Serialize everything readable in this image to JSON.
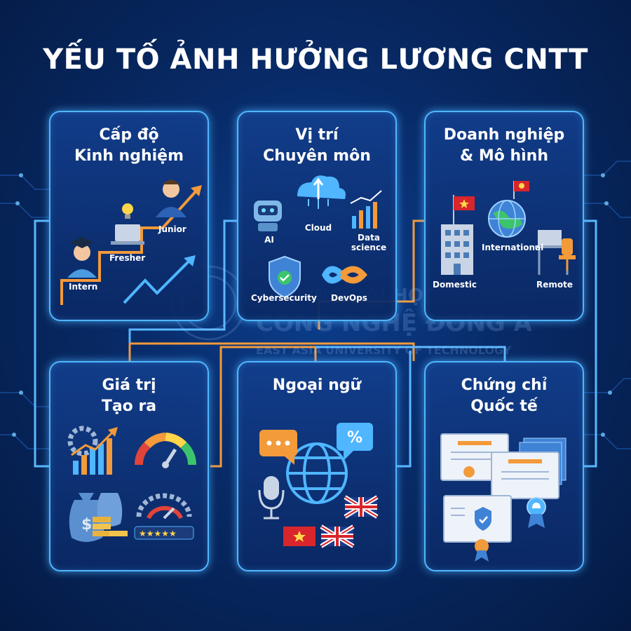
{
  "title": "YẾU TỐ ẢNH HƯỞNG LƯƠNG CNTT",
  "watermark": {
    "line1": "TRƯỜNG ĐẠI HỌC",
    "line2": "CÔNG NGHỆ ĐÔNG Á",
    "line3": "EAST ASIA UNIVERSITY OF TECHNOLOGY"
  },
  "cards": [
    {
      "title": [
        "Cấp độ",
        "Kinh nghiệm"
      ],
      "labels": {
        "intern": "Intern",
        "fresher": "Fresher",
        "junior": "Junior"
      }
    },
    {
      "title": [
        "Vị trí",
        "Chuyên môn"
      ],
      "labels": {
        "ai": "AI",
        "cloud": "Cloud",
        "data1": "Data",
        "data2": "science",
        "cyber": "Cybersecurity",
        "devops": "DevOps"
      }
    },
    {
      "title": [
        "Doanh nghiệp",
        "& Mô hình"
      ],
      "labels": {
        "domestic": "Domestic",
        "international": "International",
        "remote": "Remote"
      }
    },
    {
      "title": [
        "Giá trị",
        "Tạo ra"
      ],
      "labels": {}
    },
    {
      "title": [
        "Ngoại ngữ"
      ],
      "labels": {
        "percent": "%",
        "dots": "..."
      }
    },
    {
      "title": [
        "Chứng chỉ",
        "Quốc tế"
      ],
      "labels": {}
    }
  ],
  "colors": {
    "accent_blue": "#4fb6ff",
    "accent_orange": "#f39a3a",
    "bg": "#082a66"
  }
}
